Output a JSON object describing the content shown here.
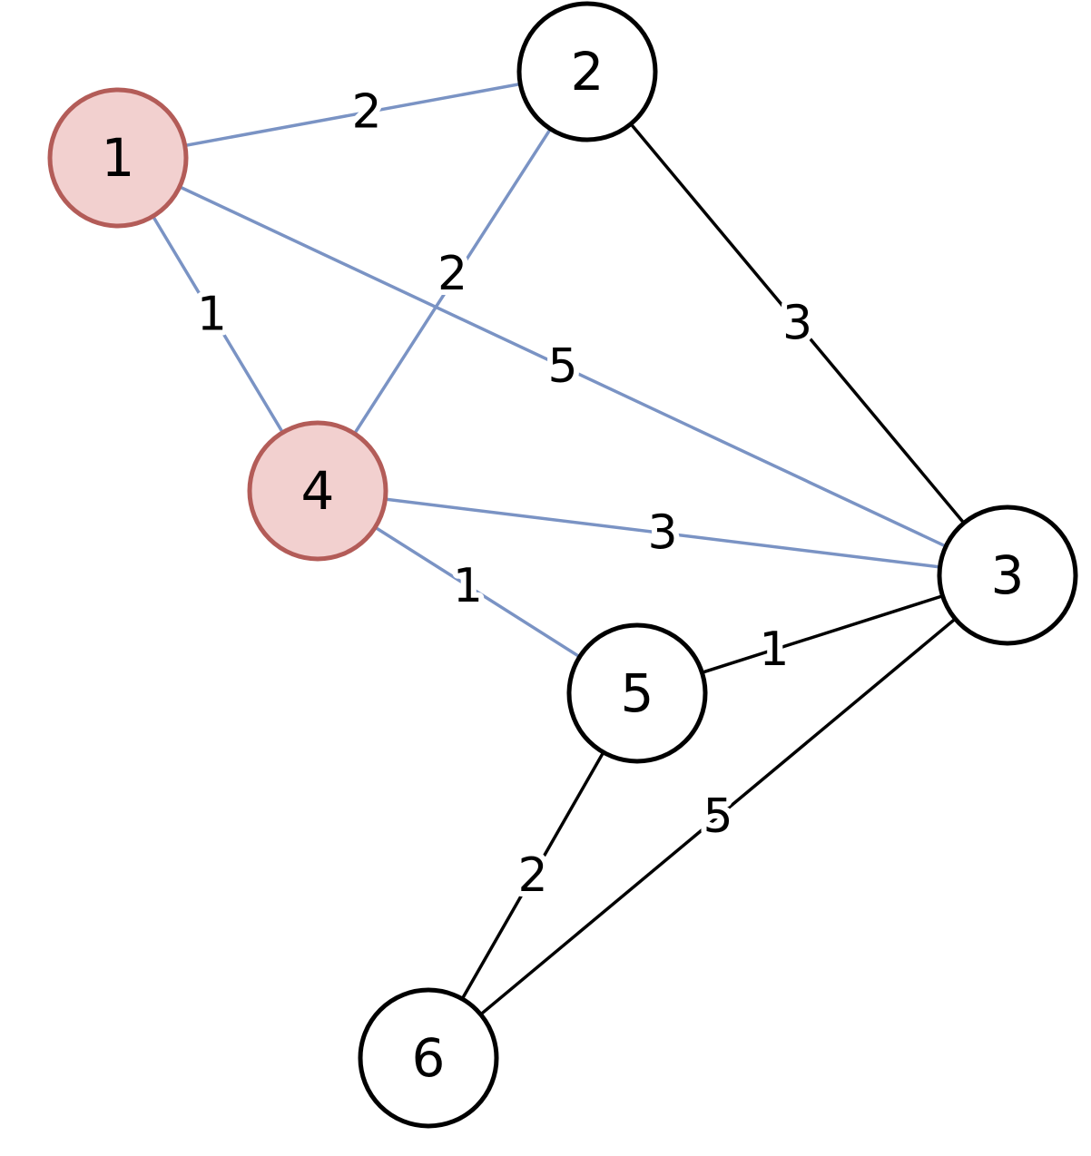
{
  "graph": {
    "nodes": [
      {
        "id": "1",
        "label": "1",
        "highlighted": true
      },
      {
        "id": "2",
        "label": "2",
        "highlighted": false
      },
      {
        "id": "3",
        "label": "3",
        "highlighted": false
      },
      {
        "id": "4",
        "label": "4",
        "highlighted": true
      },
      {
        "id": "5",
        "label": "5",
        "highlighted": false
      },
      {
        "id": "6",
        "label": "6",
        "highlighted": false
      }
    ],
    "edges": [
      {
        "from": "1",
        "to": "2",
        "weight": "2",
        "highlighted": true
      },
      {
        "from": "1",
        "to": "4",
        "weight": "1",
        "highlighted": true
      },
      {
        "from": "1",
        "to": "3",
        "weight": "5",
        "highlighted": true
      },
      {
        "from": "2",
        "to": "4",
        "weight": "2",
        "highlighted": true
      },
      {
        "from": "2",
        "to": "3",
        "weight": "3",
        "highlighted": false
      },
      {
        "from": "4",
        "to": "3",
        "weight": "3",
        "highlighted": true
      },
      {
        "from": "4",
        "to": "5",
        "weight": "1",
        "highlighted": true
      },
      {
        "from": "5",
        "to": "3",
        "weight": "1",
        "highlighted": false
      },
      {
        "from": "5",
        "to": "6",
        "weight": "2",
        "highlighted": false
      },
      {
        "from": "3",
        "to": "6",
        "weight": "5",
        "highlighted": false
      }
    ]
  },
  "colors": {
    "highlight_edge": "#7a93c4",
    "normal_edge": "#000000",
    "highlight_node_fill": "#f2d0cf",
    "highlight_node_stroke": "#b35c58",
    "normal_node_fill": "#ffffff",
    "normal_node_stroke": "#000000"
  }
}
